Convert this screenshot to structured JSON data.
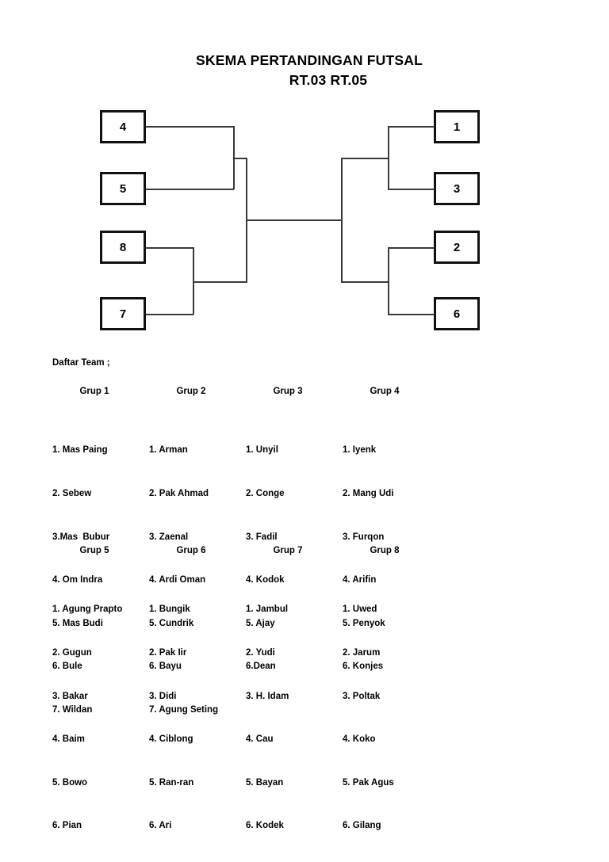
{
  "document": {
    "title_line1": "SKEMA PERTANDINGAN FUTSAL",
    "title_line2": "RT.03  RT.05"
  },
  "bracket": {
    "left_seeds": [
      "4",
      "5",
      "8",
      "7"
    ],
    "right_seeds": [
      "1",
      "3",
      "2",
      "6"
    ]
  },
  "teams_section": {
    "heading": "Daftar Team ;",
    "groups": [
      {
        "name": "Grup 1",
        "members": [
          "1. Mas Paing",
          "2. Sebew",
          "3.Mas  Bubur",
          "4. Om Indra",
          "5. Mas Budi",
          "6. Bule",
          "7. Wildan"
        ]
      },
      {
        "name": "Grup 2",
        "members": [
          "1. Arman",
          "2. Pak Ahmad",
          "3. Zaenal",
          "4. Ardi Oman",
          "5. Cundrik",
          "6. Bayu",
          "7. Agung Seting"
        ]
      },
      {
        "name": "Grup 3",
        "members": [
          "1. Unyil",
          "2. Conge",
          "3. Fadil",
          "4. Kodok",
          "5. Ajay",
          "6.Dean"
        ]
      },
      {
        "name": "Grup 4",
        "members": [
          "1. Iyenk",
          "2. Mang Udi",
          "3. Furqon",
          "4. Arifin",
          "5. Penyok",
          "6. Konjes"
        ]
      },
      {
        "name": "Grup 5",
        "members": [
          "1. Agung Prapto",
          "2. Gugun",
          "3. Bakar",
          "4. Baim",
          "5. Bowo",
          "6. Pian"
        ]
      },
      {
        "name": "Grup 6",
        "members": [
          "1. Bungik",
          "2. Pak Iir",
          "3. Didi",
          "4. Ciblong",
          "5. Ran-ran",
          "6. Ari"
        ]
      },
      {
        "name": "Grup 7",
        "members": [
          "1. Jambul",
          "2. Yudi",
          "3. H. Idam",
          "4. Cau",
          "5. Bayan",
          "6. Kodek"
        ]
      },
      {
        "name": "Grup 8",
        "members": [
          "1. Uwed",
          "2. Jarum",
          "3. Poltak",
          "4. Koko",
          "5. Pak Agus",
          "6. Gilang"
        ]
      }
    ]
  }
}
